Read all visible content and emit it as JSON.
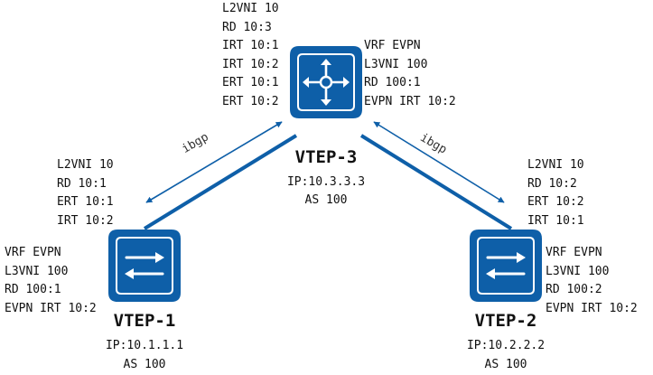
{
  "colors": {
    "accent": "#0e5fa8",
    "device_fill": "#0e5fa8",
    "text": "#111111"
  },
  "nodes": {
    "vtep1": {
      "name": "VTEP-1",
      "icon": "switch-icon",
      "ip": "IP:10.1.1.1",
      "as": "AS 100",
      "l2_config": [
        "L2VNI 10",
        "RD 10:1",
        "ERT 10:1",
        "IRT 10:2"
      ],
      "vrf_config": [
        "VRF EVPN",
        "L3VNI 100",
        "RD 100:1",
        "EVPN IRT 10:2"
      ]
    },
    "vtep2": {
      "name": "VTEP-2",
      "icon": "switch-icon",
      "ip": "IP:10.2.2.2",
      "as": "AS 100",
      "l2_config": [
        "L2VNI 10",
        "RD 10:2",
        "ERT 10:2",
        "IRT 10:1"
      ],
      "vrf_config": [
        "VRF EVPN",
        "L3VNI 100",
        "RD 100:2",
        "EVPN IRT 10:2"
      ]
    },
    "vtep3": {
      "name": "VTEP-3",
      "icon": "router-icon",
      "ip": "IP:10.3.3.3",
      "as": "AS 100",
      "l2_config": [
        "L2VNI 10",
        "RD 10:3",
        "IRT 10:1",
        "IRT 10:2",
        "ERT 10:1",
        "ERT 10:2"
      ],
      "vrf_config": [
        "VRF EVPN",
        "L3VNI 100",
        "RD 100:1",
        "EVPN IRT 10:2"
      ]
    }
  },
  "edges": [
    {
      "from": "vtep3",
      "to": "vtep1",
      "label": ""
    },
    {
      "from": "vtep3",
      "to": "vtep2",
      "label": ""
    }
  ],
  "sessions": [
    {
      "between": [
        "vtep3",
        "vtep1"
      ],
      "label": "ibgp"
    },
    {
      "between": [
        "vtep3",
        "vtep2"
      ],
      "label": "ibgp"
    }
  ]
}
